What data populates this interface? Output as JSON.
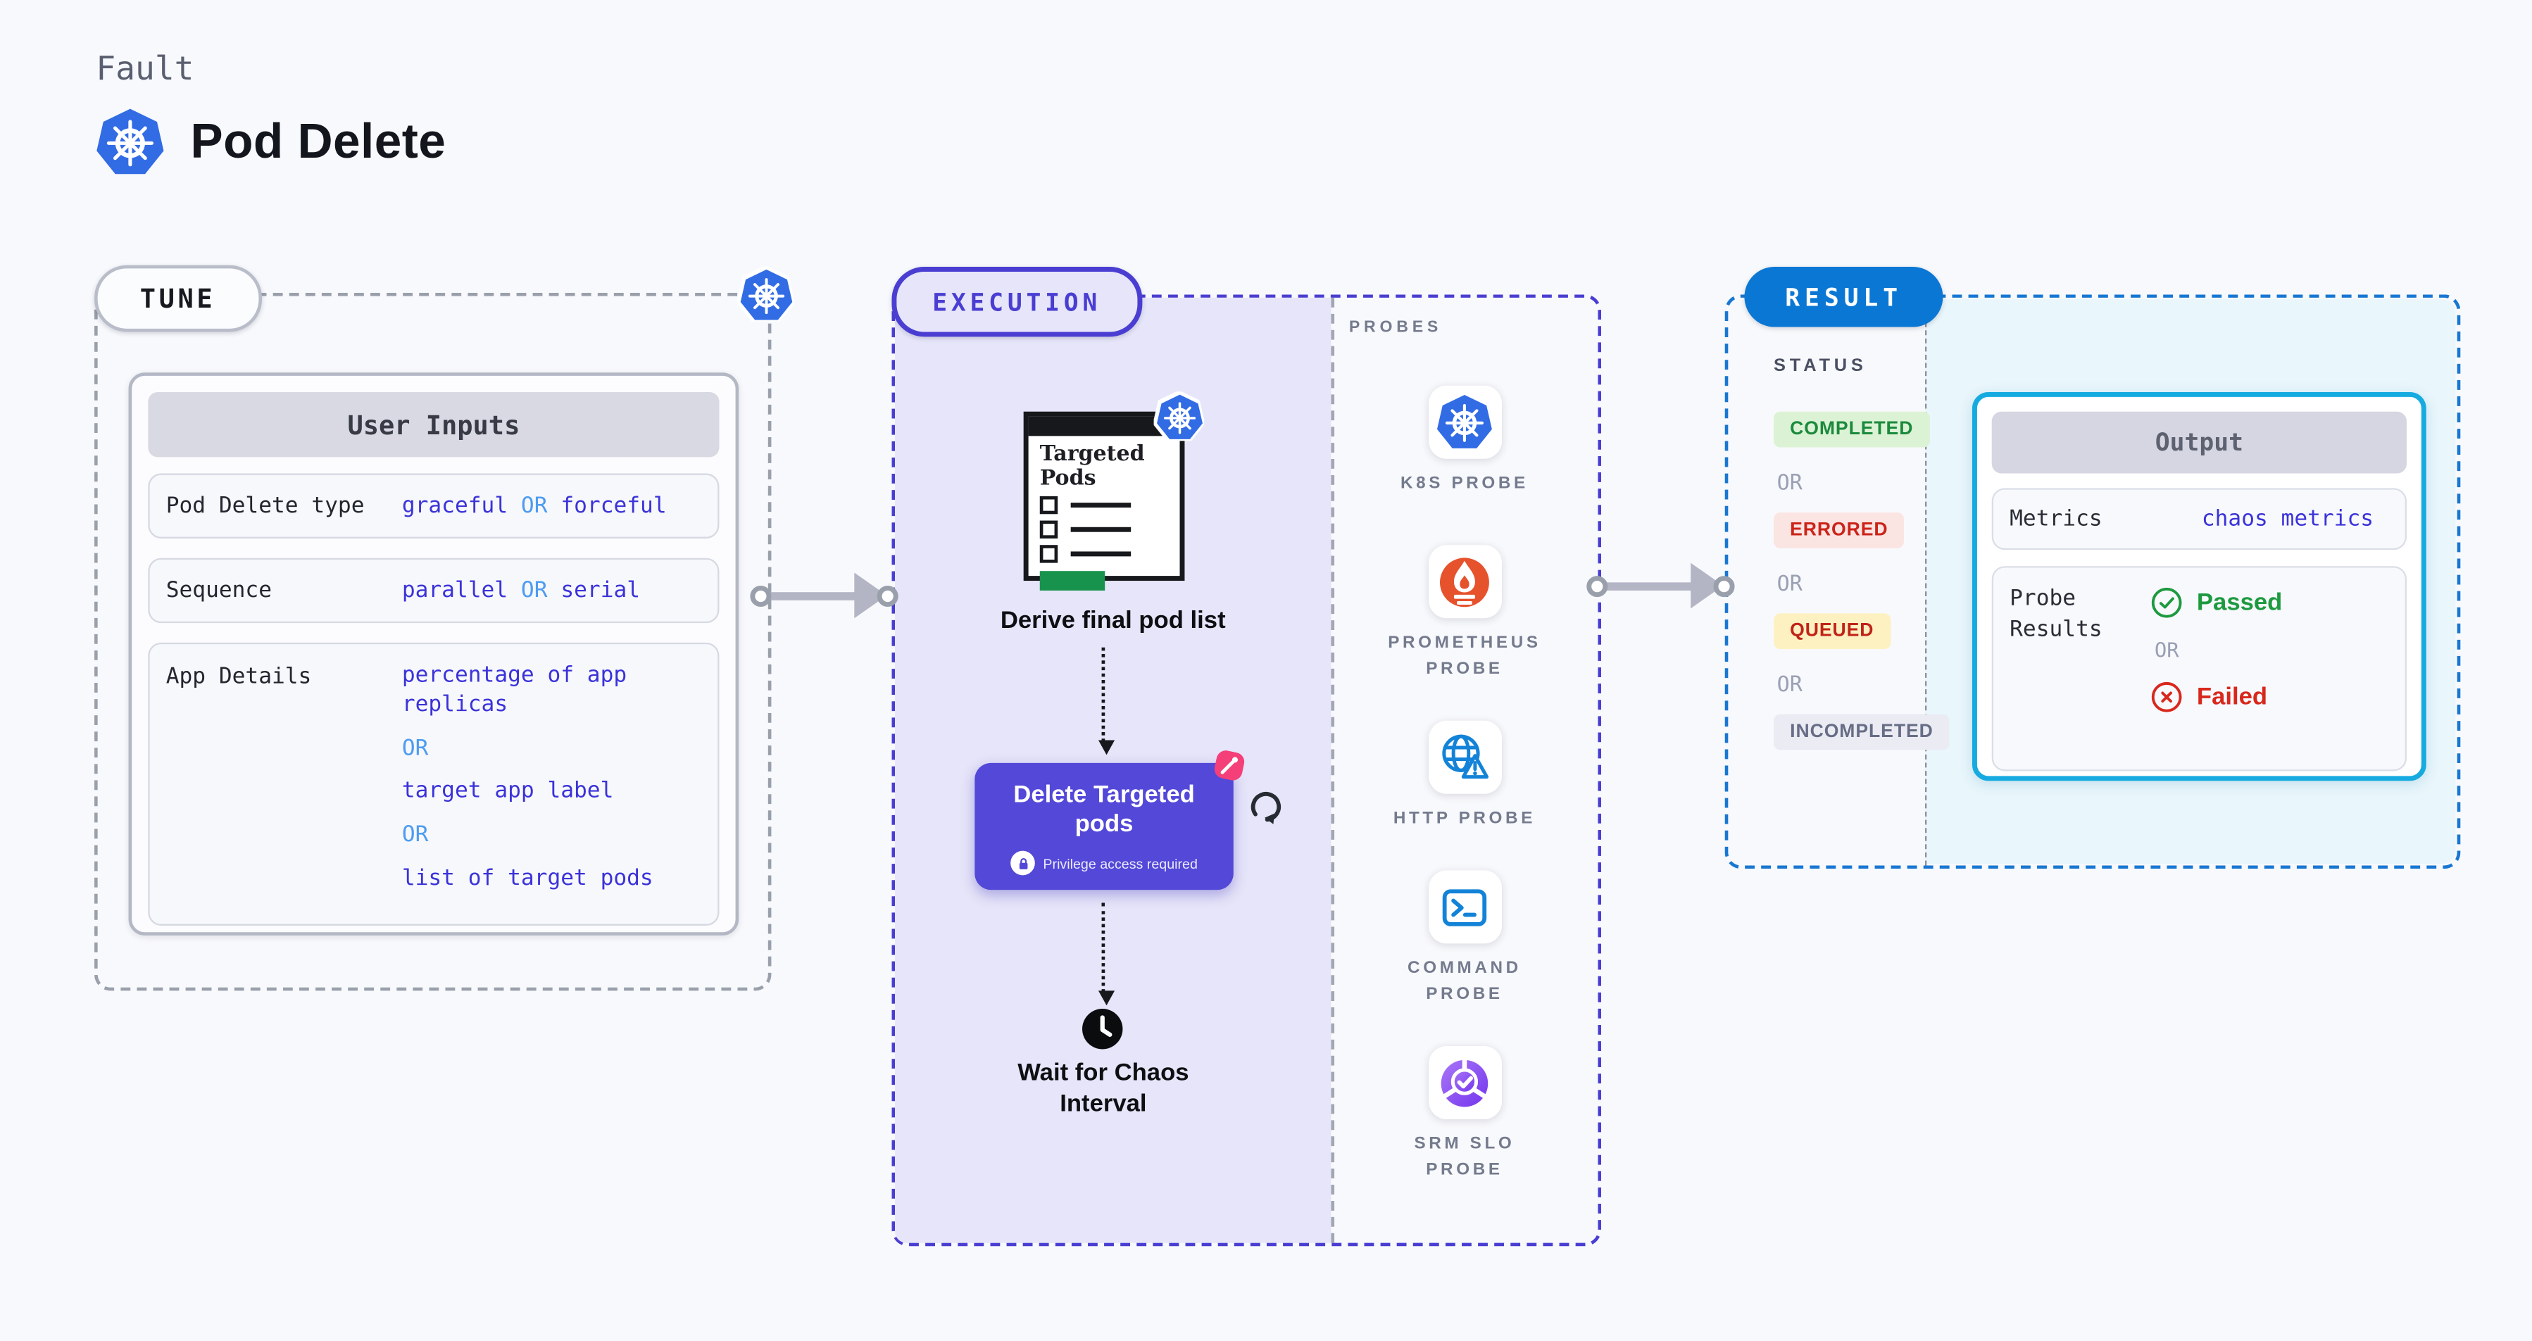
{
  "header": {
    "eyebrow": "Fault",
    "title": "Pod Delete"
  },
  "tune": {
    "label": "TUNE",
    "user_inputs": {
      "title": "User Inputs",
      "rows": [
        {
          "label": "Pod Delete type",
          "option1": "graceful",
          "or": "OR",
          "option2": "forceful"
        },
        {
          "label": "Sequence",
          "option1": "parallel",
          "or": "OR",
          "option2": "serial"
        },
        {
          "label": "App Details",
          "option1": "percentage of app replicas",
          "or1": "OR",
          "option2": "target app label",
          "or2": "OR",
          "option3": "list of target pods"
        }
      ]
    }
  },
  "execution": {
    "label": "EXECUTION",
    "targeted_pods_title": "Targeted Pods",
    "derive_label": "Derive final pod list",
    "delete_button": {
      "title": "Delete Targeted pods",
      "note": "Privilege access required",
      "icon": "lock-icon"
    },
    "wait_label": "Wait for Chaos Interval",
    "probes": {
      "label": "PROBES",
      "items": [
        {
          "label": "K8S PROBE",
          "icon": "kubernetes-icon"
        },
        {
          "label": "PROMETHEUS PROBE",
          "icon": "prometheus-icon"
        },
        {
          "label": "HTTP PROBE",
          "icon": "globe-warning-icon"
        },
        {
          "label": "COMMAND PROBE",
          "icon": "terminal-icon"
        },
        {
          "label": "SRM SLO PROBE",
          "icon": "slo-check-icon"
        }
      ]
    }
  },
  "result": {
    "label": "RESULT",
    "status": {
      "title": "STATUS",
      "or": "OR",
      "items": [
        {
          "label": "COMPLETED",
          "bg": "#dcf2d5",
          "color": "#1b8a3c"
        },
        {
          "label": "ERRORED",
          "bg": "#fbe5e3",
          "color": "#cc2318"
        },
        {
          "label": "QUEUED",
          "bg": "#fdf1c2",
          "color": "#c02317"
        },
        {
          "label": "INCOMPLETED",
          "bg": "#ebecf3",
          "color": "#676d86"
        }
      ]
    },
    "output": {
      "title": "Output",
      "metrics_label": "Metrics",
      "metrics_value": "chaos metrics",
      "probe_results_label": "Probe Results",
      "passed": "Passed",
      "or": "OR",
      "failed": "Failed"
    }
  },
  "colors": {
    "page_bg": "#f8f9fc",
    "kubernetes_blue": "#326ce5",
    "value_blue": "#3b33d8",
    "or_light_blue": "#4d9cf1",
    "execution_accent": "#4a3ed2",
    "execution_fill": "#e6e5f9",
    "result_blue": "#0b77d4",
    "output_border": "#16abe0",
    "output_area_bg": "#e9f6fb",
    "delete_button_bg": "#5348d8",
    "chaos_pink": "#f43f79",
    "prometheus_orange": "#e6522c",
    "probe_icon_blue": "#1383d8",
    "green_bar": "#18934d",
    "arrow_gray": "#b3b4c4"
  }
}
